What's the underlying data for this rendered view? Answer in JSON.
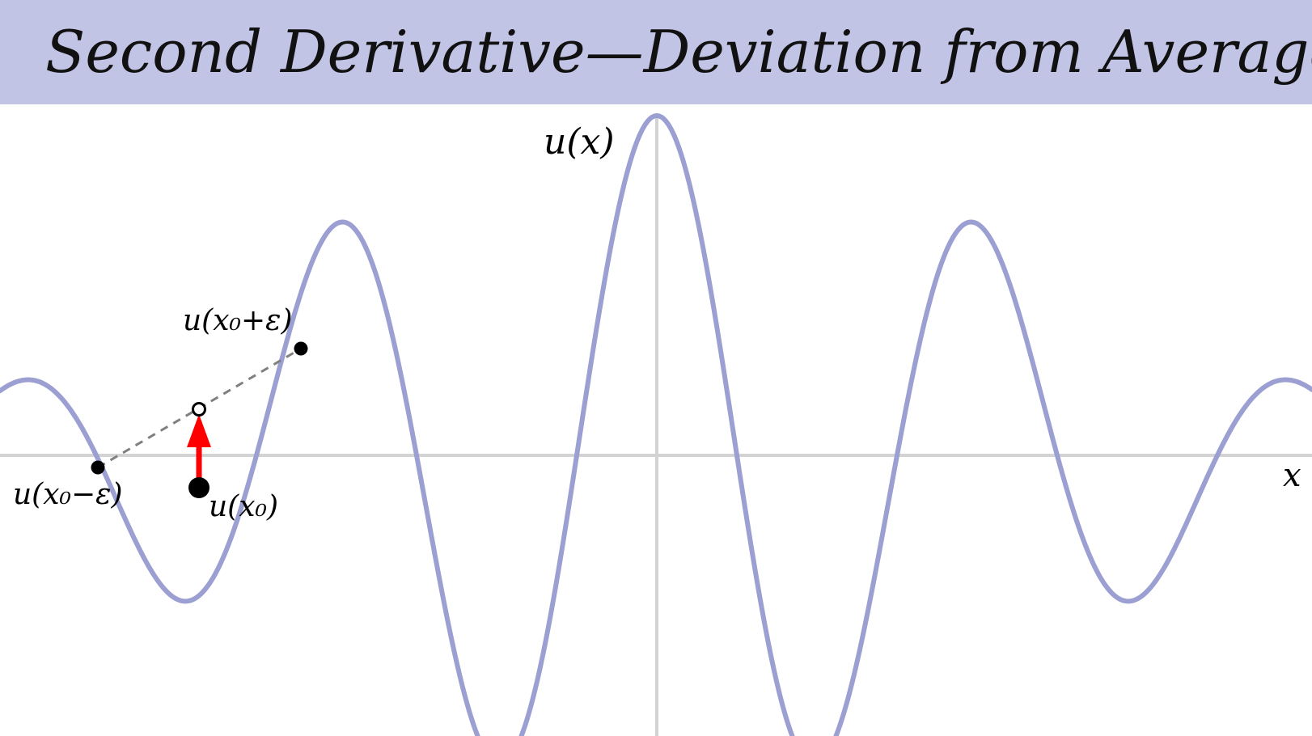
{
  "title": "Second Derivative—Deviation from Average",
  "labels": {
    "function_label": "u(x)",
    "x_axis_label": "x",
    "point_center": "u(x₀)",
    "point_left": "u(x₀−ε)",
    "point_right": "u(x₀+ε)"
  },
  "colors": {
    "title_bar": "#c2c4e5",
    "curve": "#9b9fd1",
    "axes": "#d3d3d3",
    "arrow": "#ff0000",
    "points": "#000000",
    "secant": "#808080"
  },
  "icons": {
    "arrow": "red-up-arrow-icon",
    "average_marker": "hollow-circle-icon"
  }
}
